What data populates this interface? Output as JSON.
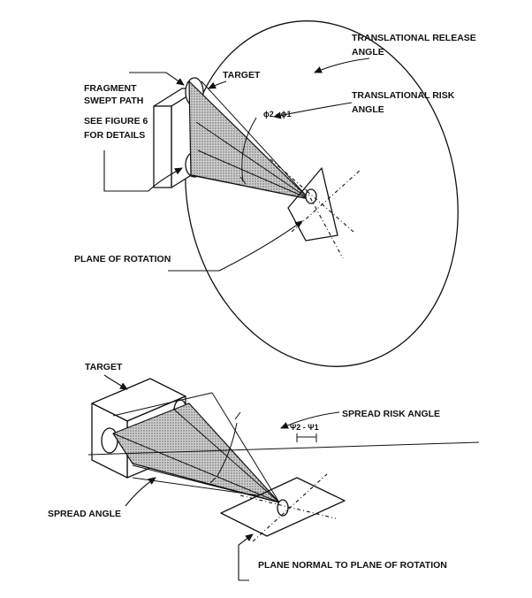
{
  "top_diagram": {
    "labels": {
      "translational_release": [
        "TRANSLATIONAL RELEASE",
        "ANGLE"
      ],
      "target": "TARGET",
      "fragment_swept_path": [
        "FRAGMENT",
        "SWEPT PATH"
      ],
      "translational_risk": [
        "TRANSLATIONAL RISK",
        "ANGLE"
      ],
      "see_figure": [
        "SEE FIGURE 6",
        "FOR DETAILS"
      ],
      "phi_diff": "ϕ2 - ϕ1",
      "plane_of_rotation": "PLANE OF ROTATION"
    }
  },
  "bottom_diagram": {
    "labels": {
      "target": "TARGET",
      "spread_risk": "SPREAD RISK ANGLE",
      "psi_diff": "Ψ2 - Ψ1",
      "spread_angle": "SPREAD ANGLE",
      "plane_normal": "PLANE NORMAL TO PLANE OF ROTATION"
    }
  },
  "colors": {
    "ink": "#111111",
    "paper": "#ffffff",
    "stipple": "#555555"
  }
}
